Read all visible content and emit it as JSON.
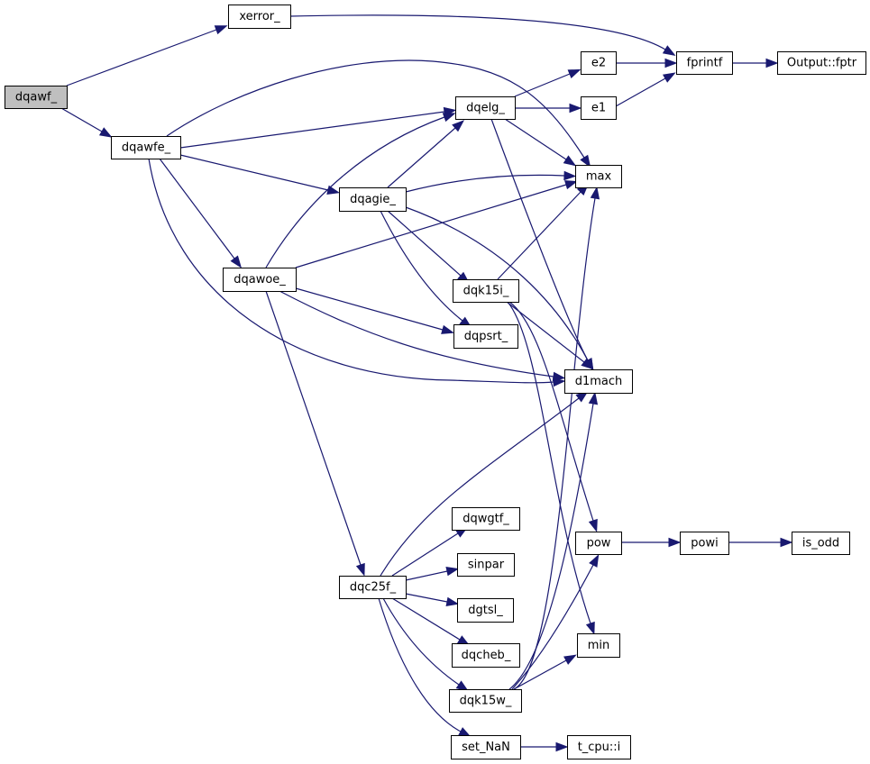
{
  "title": "Call graph of dqawf_",
  "colors": {
    "edge": "#191970",
    "root_fill": "#bfbfbf",
    "node_fill": "#ffffff",
    "border": "#000000"
  },
  "nodes": [
    {
      "id": "dqawf",
      "label": "dqawf_",
      "root": true
    },
    {
      "id": "xerror",
      "label": "xerror_"
    },
    {
      "id": "dqawfe",
      "label": "dqawfe_"
    },
    {
      "id": "fprintf",
      "label": "fprintf"
    },
    {
      "id": "fptr",
      "label": "Output::fptr"
    },
    {
      "id": "e2",
      "label": "e2"
    },
    {
      "id": "e1",
      "label": "e1"
    },
    {
      "id": "dqelg",
      "label": "dqelg_"
    },
    {
      "id": "max",
      "label": "max"
    },
    {
      "id": "dqagie",
      "label": "dqagie_"
    },
    {
      "id": "dqawoe",
      "label": "dqawoe_"
    },
    {
      "id": "dqk15i",
      "label": "dqk15i_"
    },
    {
      "id": "dqpsrt",
      "label": "dqpsrt_"
    },
    {
      "id": "d1mach",
      "label": "d1mach"
    },
    {
      "id": "dqwgtf",
      "label": "dqwgtf_"
    },
    {
      "id": "sinpar",
      "label": "sinpar"
    },
    {
      "id": "dqc25f",
      "label": "dqc25f_"
    },
    {
      "id": "dgtsl",
      "label": "dgtsl_"
    },
    {
      "id": "dqcheb",
      "label": "dqcheb_"
    },
    {
      "id": "dqk15w",
      "label": "dqk15w_"
    },
    {
      "id": "set_nan",
      "label": "set_NaN"
    },
    {
      "id": "tcpu",
      "label": "t_cpu::i"
    },
    {
      "id": "pow",
      "label": "pow"
    },
    {
      "id": "powi",
      "label": "powi"
    },
    {
      "id": "is_odd",
      "label": "is_odd"
    },
    {
      "id": "min",
      "label": "min"
    }
  ],
  "edges": [
    [
      "dqawf",
      "xerror"
    ],
    [
      "dqawf",
      "dqawfe"
    ],
    [
      "xerror",
      "fprintf"
    ],
    [
      "fprintf",
      "fptr"
    ],
    [
      "e2",
      "fprintf"
    ],
    [
      "e1",
      "fprintf"
    ],
    [
      "dqelg",
      "e2"
    ],
    [
      "dqelg",
      "e1"
    ],
    [
      "dqelg",
      "max"
    ],
    [
      "dqelg",
      "d1mach"
    ],
    [
      "dqawfe",
      "dqelg"
    ],
    [
      "dqawfe",
      "max"
    ],
    [
      "dqawfe",
      "dqagie"
    ],
    [
      "dqawfe",
      "dqawoe"
    ],
    [
      "dqawfe",
      "d1mach"
    ],
    [
      "dqagie",
      "dqelg"
    ],
    [
      "dqagie",
      "max"
    ],
    [
      "dqagie",
      "dqk15i"
    ],
    [
      "dqagie",
      "dqpsrt"
    ],
    [
      "dqagie",
      "d1mach"
    ],
    [
      "dqawoe",
      "dqelg"
    ],
    [
      "dqawoe",
      "max"
    ],
    [
      "dqawoe",
      "dqpsrt"
    ],
    [
      "dqawoe",
      "d1mach"
    ],
    [
      "dqawoe",
      "dqc25f"
    ],
    [
      "dqk15i",
      "max"
    ],
    [
      "dqk15i",
      "d1mach"
    ],
    [
      "dqk15i",
      "pow"
    ],
    [
      "dqk15i",
      "min"
    ],
    [
      "dqc25f",
      "d1mach"
    ],
    [
      "dqc25f",
      "dqwgtf"
    ],
    [
      "dqc25f",
      "sinpar"
    ],
    [
      "dqc25f",
      "dgtsl"
    ],
    [
      "dqc25f",
      "dqcheb"
    ],
    [
      "dqc25f",
      "dqk15w"
    ],
    [
      "dqc25f",
      "set_nan"
    ],
    [
      "dqk15w",
      "max"
    ],
    [
      "dqk15w",
      "d1mach"
    ],
    [
      "dqk15w",
      "pow"
    ],
    [
      "dqk15w",
      "min"
    ],
    [
      "pow",
      "powi"
    ],
    [
      "powi",
      "is_odd"
    ],
    [
      "set_nan",
      "tcpu"
    ]
  ]
}
